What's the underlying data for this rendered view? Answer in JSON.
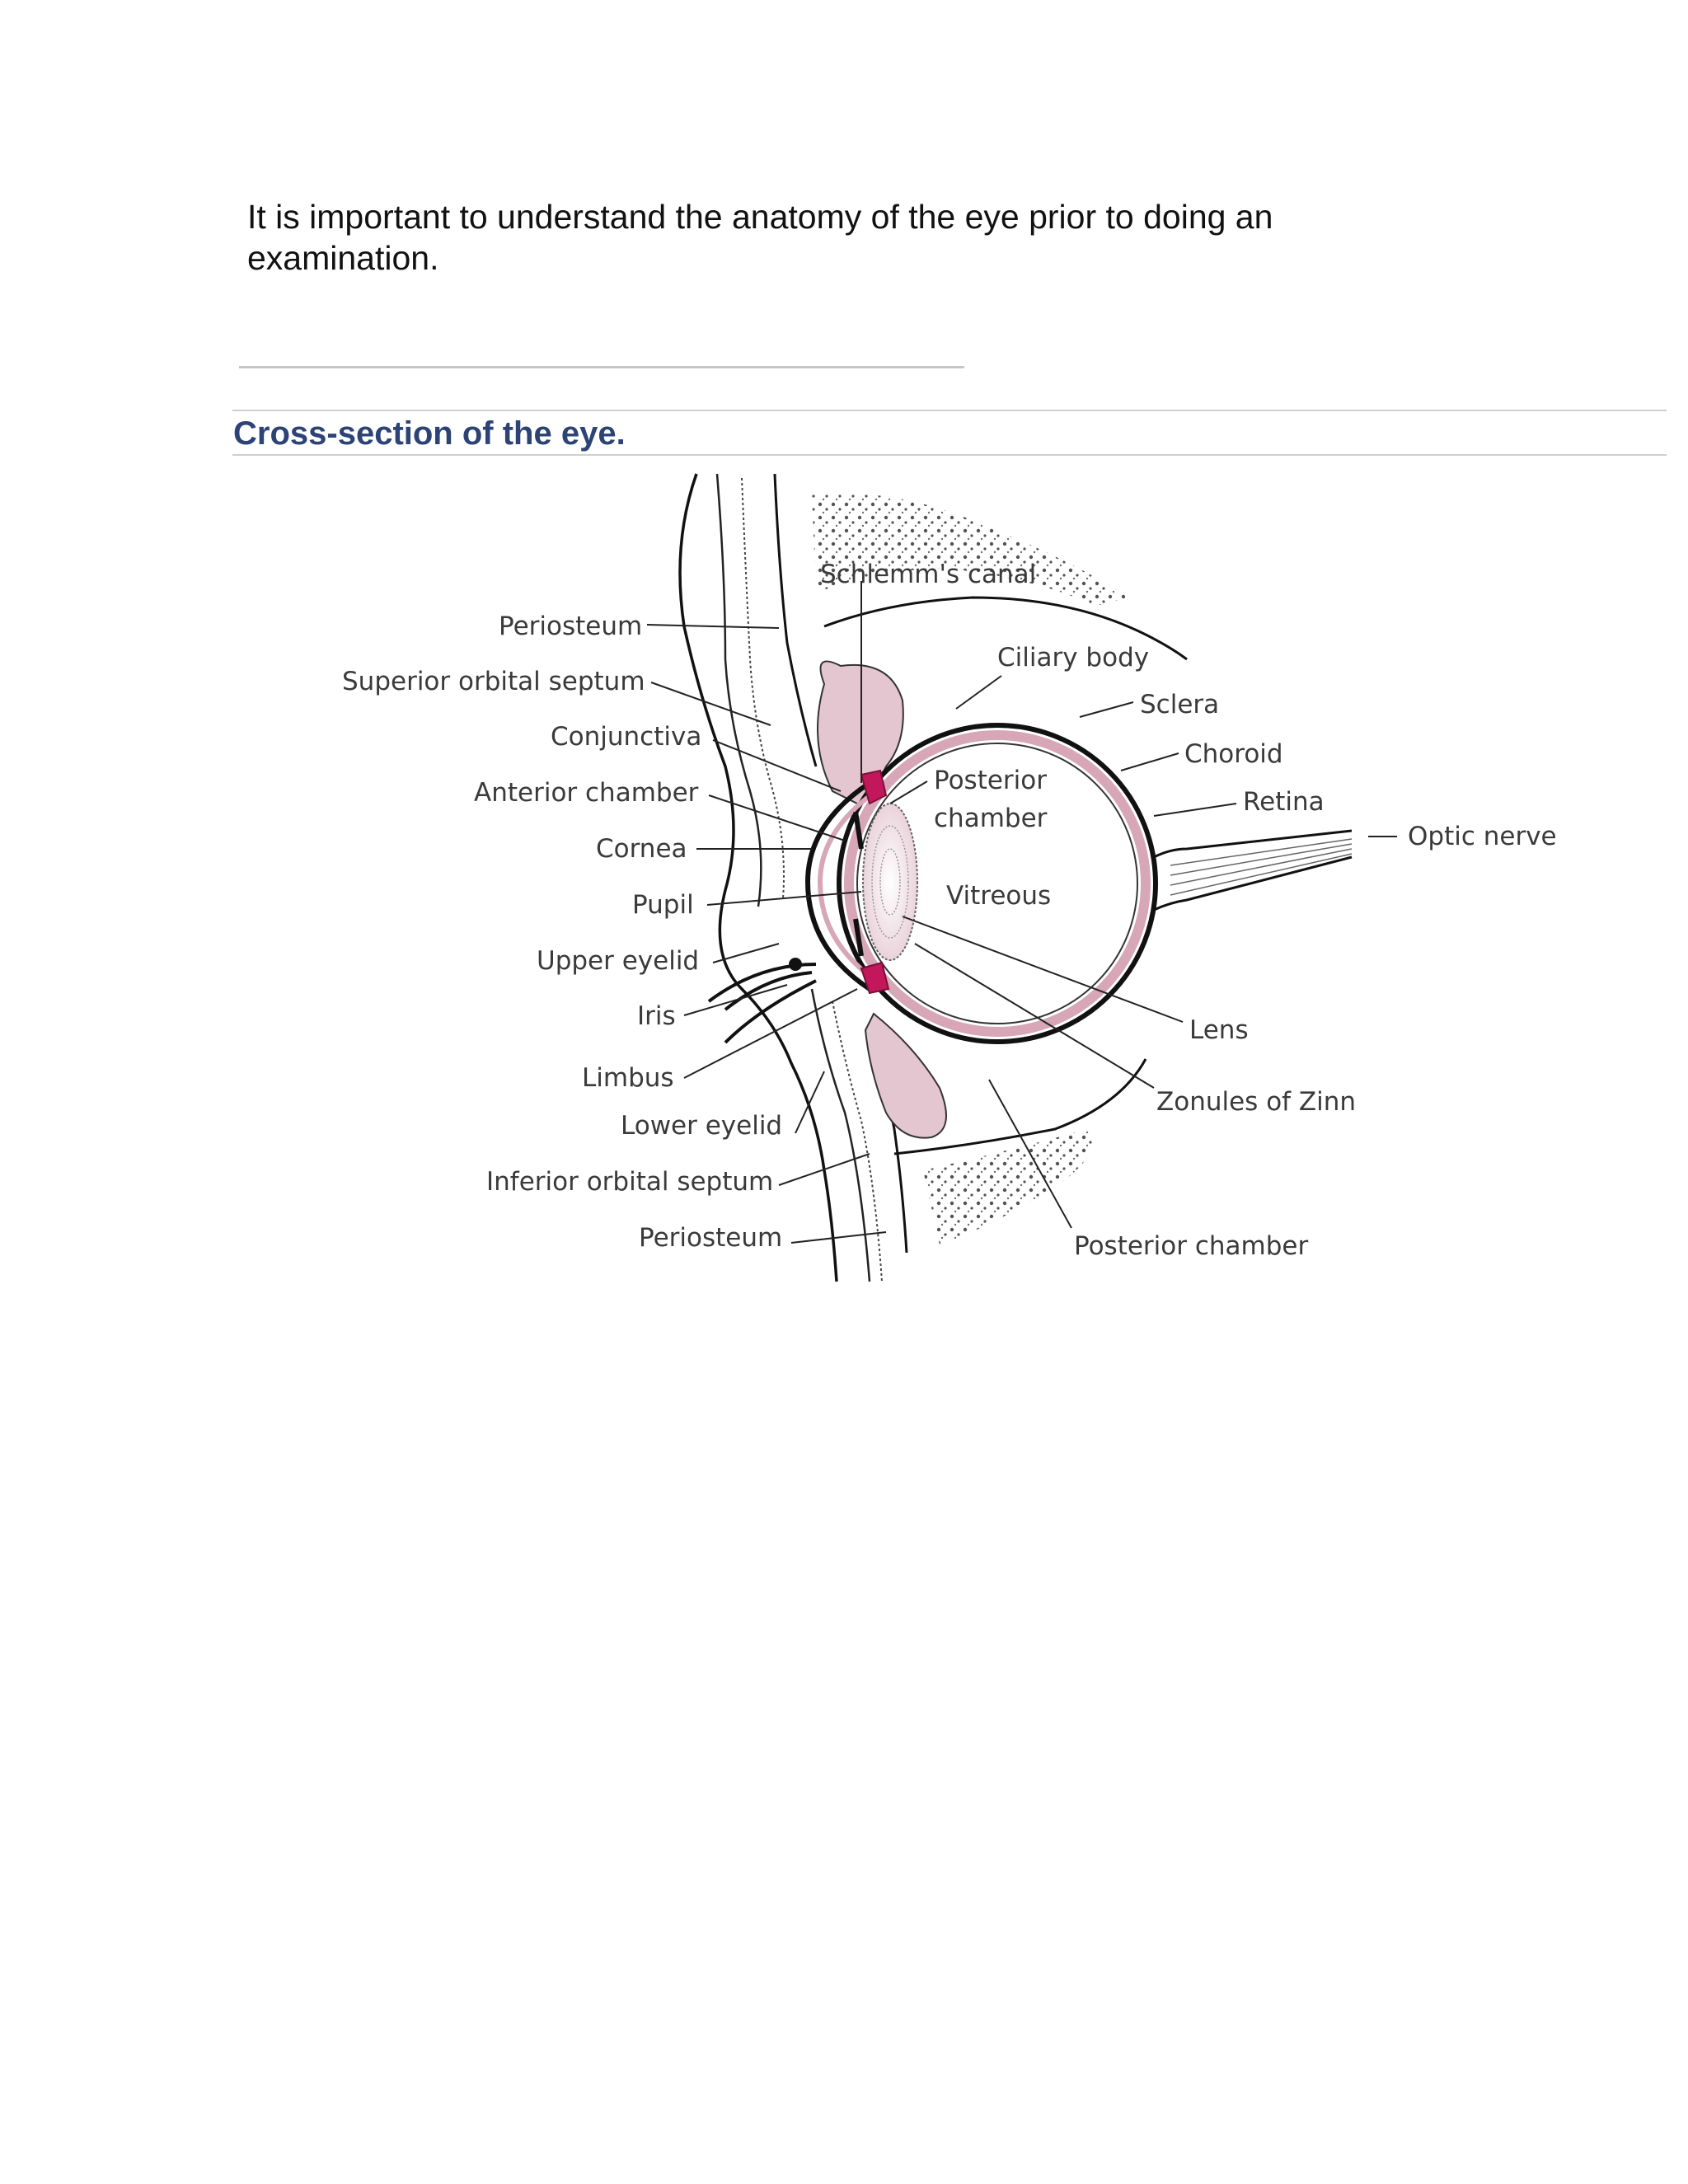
{
  "intro_text": "It is important to understand the anatomy of the eye prior to doing an examination.",
  "section_heading": "Cross-section of the eye.",
  "colors": {
    "heading": "#2c4375",
    "tissue_pink": "#e3c6cf",
    "ciliary_magenta": "#c2185b",
    "outline": "#111111"
  },
  "diagram": {
    "labels": {
      "schlemms_canal": "Schlemm's canal",
      "periosteum_top": "Periosteum",
      "superior_orbital_septum": "Superior orbital septum",
      "conjunctiva": "Conjunctiva",
      "anterior_chamber": "Anterior chamber",
      "cornea": "Cornea",
      "pupil": "Pupil",
      "upper_eyelid": "Upper eyelid",
      "iris": "Iris",
      "limbus": "Limbus",
      "lower_eyelid": "Lower eyelid",
      "inferior_orbital_septum": "Inferior orbital septum",
      "periosteum_bottom": "Periosteum",
      "ciliary_body": "Ciliary body",
      "sclera": "Sclera",
      "choroid": "Choroid",
      "retina": "Retina",
      "optic_nerve": "Optic nerve",
      "posterior_chamber_inner_line1": "Posterior",
      "posterior_chamber_inner_line2": "chamber",
      "vitreous": "Vitreous",
      "lens": "Lens",
      "zonules_of_zinn": "Zonules of Zinn",
      "posterior_chamber_bottom": "Posterior chamber"
    }
  }
}
